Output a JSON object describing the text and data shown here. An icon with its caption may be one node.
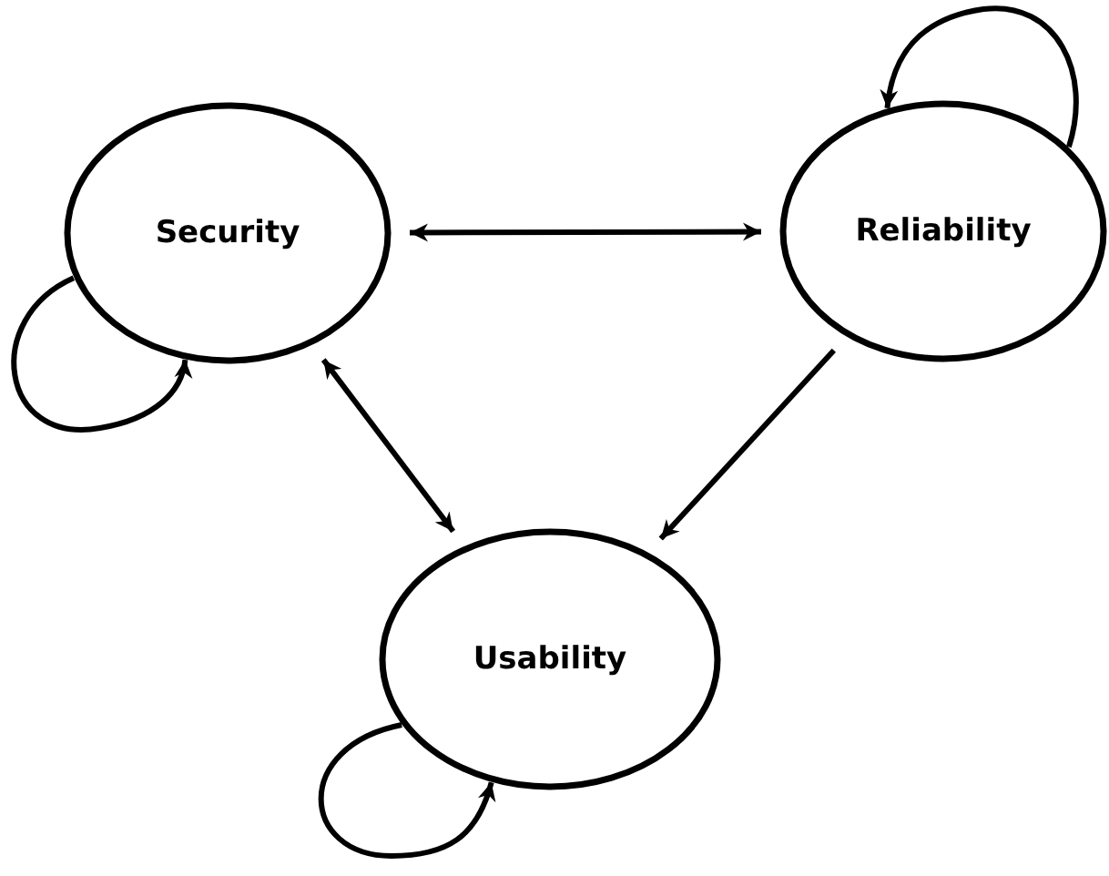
{
  "diagram": {
    "nodes": [
      {
        "text": [
          "Security"
        ]
      },
      {
        "text": [
          "Reliability"
        ]
      },
      {
        "text": [
          "Usability"
        ]
      }
    ],
    "edges": [
      {
        "from": 0,
        "to": 1,
        "arrow": "both"
      },
      {
        "from": 0,
        "to": 2,
        "arrow": "both"
      },
      {
        "from": 1,
        "to": 2,
        "arrow": "to"
      },
      {
        "from": 0,
        "to": 0,
        "arrow": "to"
      },
      {
        "from": 1,
        "to": 1,
        "arrow": "to"
      },
      {
        "from": 2,
        "to": 2,
        "arrow": "to"
      }
    ]
  }
}
